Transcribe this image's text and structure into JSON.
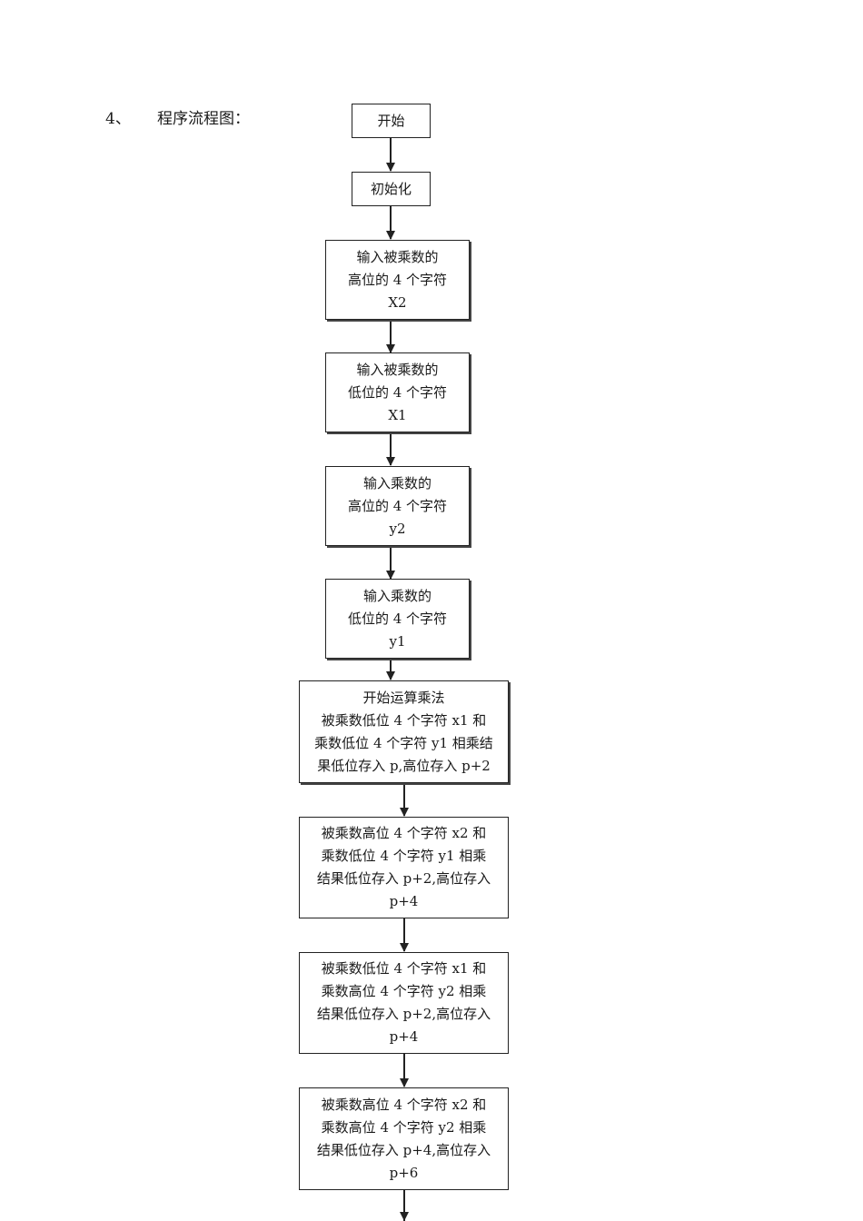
{
  "section": {
    "number": "4、",
    "title": "程序流程图："
  },
  "flow": {
    "steps": [
      {
        "lines": [
          "开始"
        ]
      },
      {
        "lines": [
          "初始化"
        ]
      },
      {
        "lines": [
          "输入被乘数的",
          "高位的 4 个字符",
          "X2"
        ]
      },
      {
        "lines": [
          "输入被乘数的",
          "低位的 4 个字符",
          "X1"
        ]
      },
      {
        "lines": [
          "输入乘数的",
          "高位的 4 个字符",
          "y2"
        ]
      },
      {
        "lines": [
          "输入乘数的",
          "低位的 4 个字符",
          "y1"
        ]
      },
      {
        "lines": [
          "开始运算乘法",
          "被乘数低位 4 个字符 x1 和",
          "乘数低位 4 个字符 y1 相乘结",
          "果低位存入 p,高位存入 p+2"
        ]
      },
      {
        "lines": [
          "被乘数高位 4 个字符 x2 和",
          "乘数低位 4 个字符 y1 相乘",
          "结果低位存入 p+2,高位存入",
          "p+4"
        ]
      },
      {
        "lines": [
          "被乘数低位 4 个字符 x1 和",
          "乘数高位 4 个字符 y2 相乘",
          "结果低位存入 p+2,高位存入",
          "p+4"
        ]
      },
      {
        "lines": [
          "被乘数高位 4 个字符 x2 和",
          "乘数高位 4 个字符 y2 相乘",
          "结果低位存入 p+4,高位存入",
          "p+6"
        ]
      }
    ]
  }
}
